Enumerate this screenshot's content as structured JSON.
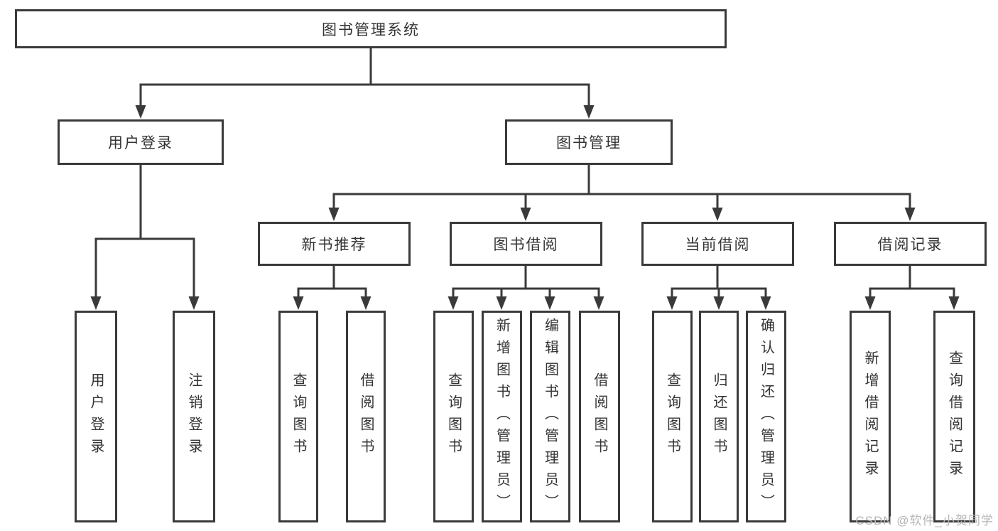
{
  "tree": {
    "root": {
      "label": "图书管理系统"
    },
    "branches": [
      {
        "label": "用户登录",
        "children": [
          {
            "label": "用户登录"
          },
          {
            "label": "注销登录"
          }
        ]
      },
      {
        "label": "图书管理",
        "sections": [
          {
            "label": "新书推荐",
            "children": [
              {
                "label": "查询图书"
              },
              {
                "label": "借阅图书"
              }
            ]
          },
          {
            "label": "图书借阅",
            "children": [
              {
                "label": "查询图书"
              },
              {
                "label": "新增图书（管理员）"
              },
              {
                "label": "编辑图书（管理员）"
              },
              {
                "label": "借阅图书"
              }
            ]
          },
          {
            "label": "当前借阅",
            "children": [
              {
                "label": "查询图书"
              },
              {
                "label": "归还图书"
              },
              {
                "label": "确认归还（管理员）"
              }
            ]
          },
          {
            "label": "借阅记录",
            "children": [
              {
                "label": "新增借阅记录"
              },
              {
                "label": "查询借阅记录"
              }
            ]
          }
        ]
      }
    ]
  },
  "watermark": {
    "text": "CSDN @软件_小贺同学",
    "color": "#b5b5b5"
  },
  "colors": {
    "line": "#3a3a3a",
    "box_border": "#3a3a3a",
    "text": "#333333",
    "background": "#ffffff"
  }
}
